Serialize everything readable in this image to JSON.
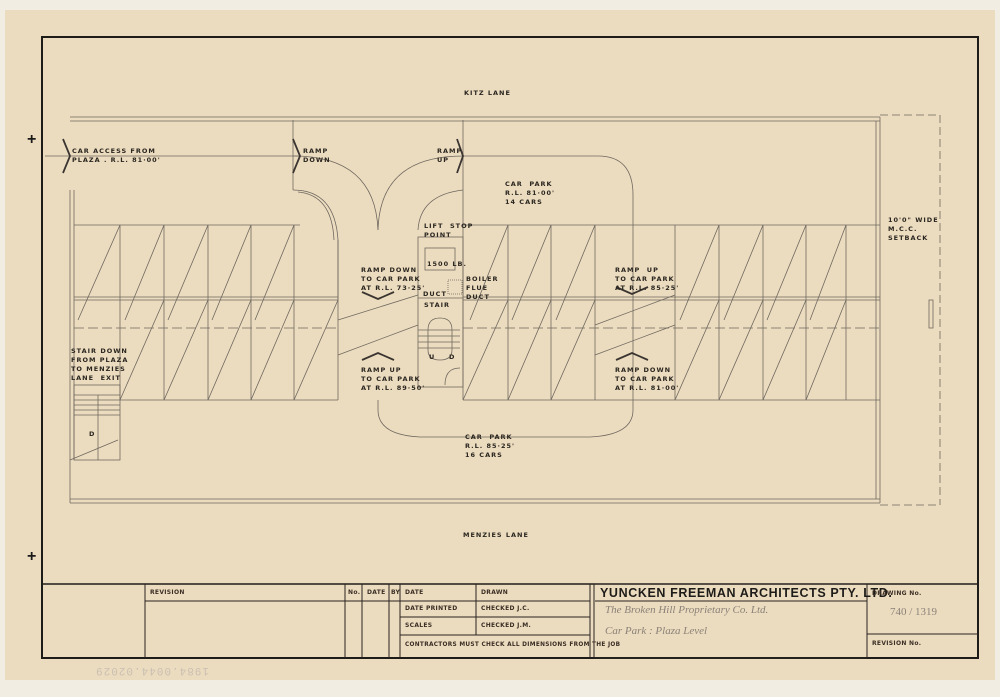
{
  "drawing": {
    "streets": {
      "top": "KITZ LANE",
      "bottom": "MENZIES LANE"
    },
    "annotations": {
      "car_access": "CAR ACCESS FROM\nPLAZA . R.L. 81·00'",
      "ramp_down_top": "RAMP\nDOWN",
      "ramp_up_top": "RAMP\nUP",
      "car_park_upper": "CAR  PARK\nR.L. 81·00'\n14 CARS",
      "setback": "10'0\" WIDE\nM.C.C.\nSETBACK",
      "lift_stop": "LIFT  STOP\nPOINT",
      "lift_capacity": "1500 LB.",
      "boiler_flue": "BOILER\nFLUE\nDUCT",
      "duct": "DUCT",
      "stair": "STAIR",
      "ramp_down_left": "RAMP DOWN\nTO CAR PARK\nAT R.L. 73·25'",
      "ramp_up_left": "RAMP UP\nTO CAR PARK\nAT R.L. 89·50'",
      "ramp_up_right": "RAMP  UP\nTO CAR PARK\nAT R.L. 85·25'",
      "ramp_down_right": "RAMP DOWN\nTO CAR PARK\nAT R.L. 81·00'",
      "stair_down": "STAIR DOWN\nFROM PLAZA\nTO MENZIES\nLANE  EXIT",
      "car_park_lower": "CAR  PARK\nR.L. 85·25'\n16 CARS",
      "stair_u": "U",
      "stair_d": "D",
      "stair_left_d": "D"
    }
  },
  "title_block": {
    "revision_label": "REVISION",
    "no_label": "No.",
    "date_label": "DATE",
    "by_label": "BY",
    "date_col_label": "DATE",
    "drawn_label": "DRAWN",
    "date_printed_label": "DATE PRINTED",
    "checked_jc": "CHECKED  J.C.",
    "scales_label": "SCALES",
    "checked_jm": "CHECKED  J.M.",
    "contractors_note": "CONTRACTORS MUST CHECK ALL DIMENSIONS FROM THE JOB",
    "firm_name": "YUNCKEN FREEMAN ARCHITECTS PTY. LTD.",
    "project_line1": "The Broken Hill Proprietary Co. Ltd.",
    "project_line2": "Car Park :   Plaza  Level",
    "drawing_no_label": "DRAWING No.",
    "drawing_no_value": "740 / 1319",
    "revision_no_label": "REVISION No."
  },
  "archive_stamp": "1984.0044.02029",
  "colors": {
    "paper": "#ecdcbf",
    "background": "#f1ede3",
    "ink": "#1e1c19",
    "pencil": "#6e685f"
  }
}
